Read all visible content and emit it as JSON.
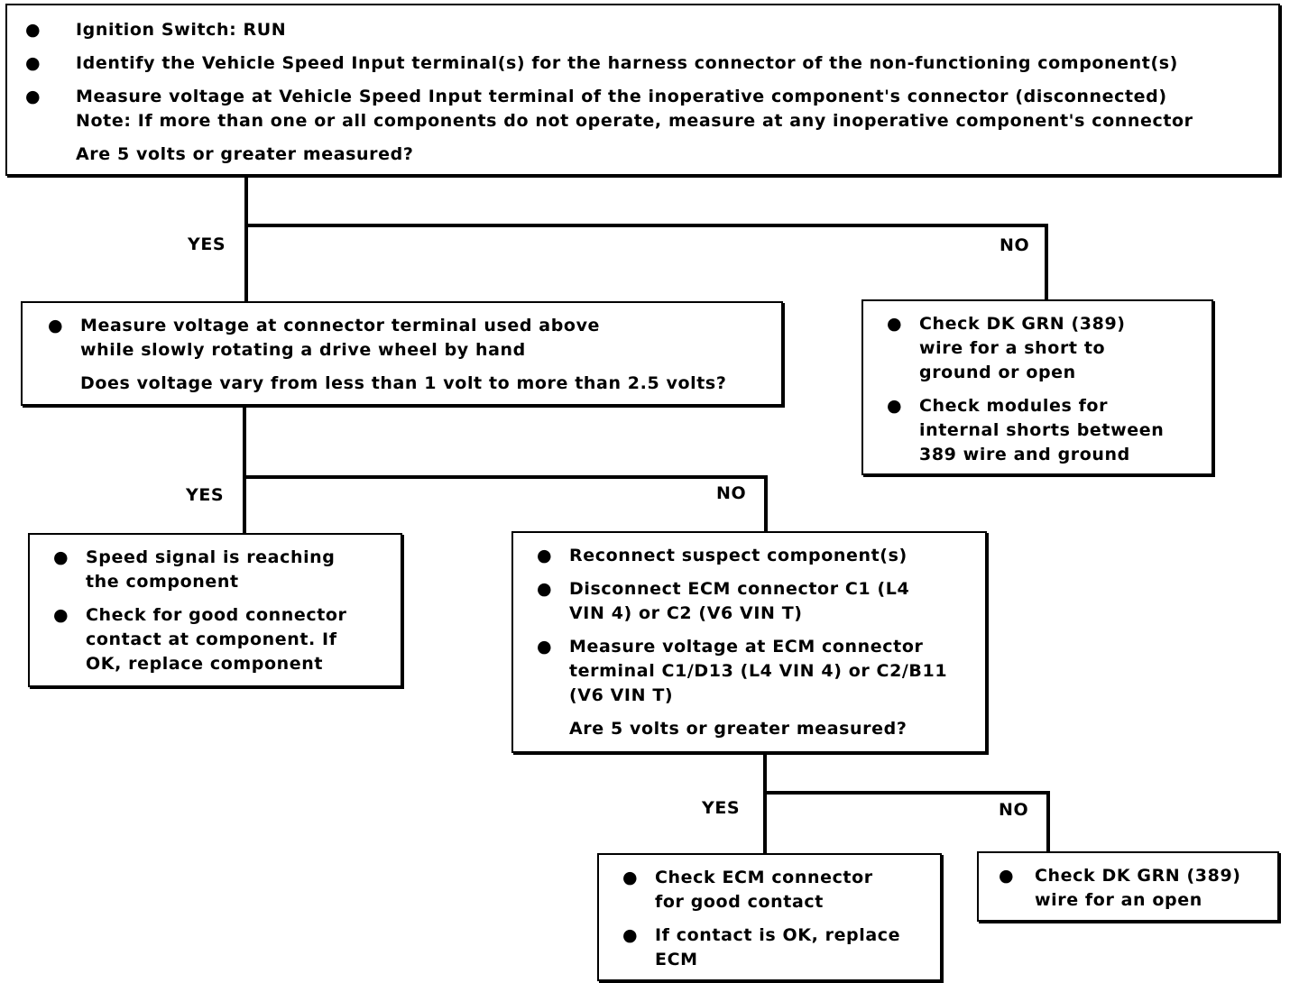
{
  "top_box": {
    "items": [
      {
        "lines": [
          "Ignition Switch: RUN"
        ]
      },
      {
        "lines": [
          "Identify the Vehicle Speed Input terminal(s) for the harness connector of the non-functioning component(s)"
        ]
      },
      {
        "lines": [
          "Measure voltage at Vehicle Speed Input terminal of the inoperative component's connector (disconnected)",
          "Note: If more than one or all components do not operate, measure at any inoperative component's connector"
        ]
      }
    ],
    "question": "Are 5 volts or greater measured?"
  },
  "labels": {
    "yes1": "YES",
    "no1": "NO",
    "yes2": "YES",
    "no2": "NO",
    "yes3": "YES",
    "no3": "NO"
  },
  "box_b": {
    "items": [
      {
        "lines": [
          "Measure voltage at connector terminal used above",
          "while slowly rotating a drive wheel by hand"
        ]
      }
    ],
    "question": "Does voltage vary from less than 1 volt to more than 2.5 volts?"
  },
  "box_c": {
    "items": [
      {
        "lines": [
          "Check DK GRN (389)",
          "wire for a short to",
          "ground or open"
        ]
      },
      {
        "lines": [
          "Check modules for",
          "internal shorts between",
          "389 wire and ground"
        ]
      }
    ]
  },
  "box_d": {
    "items": [
      {
        "lines": [
          "Speed signal is reaching",
          "the component"
        ]
      },
      {
        "lines": [
          "Check for good connector",
          "contact at component. If",
          "OK, replace component"
        ]
      }
    ]
  },
  "box_e": {
    "items": [
      {
        "lines": [
          "Reconnect suspect component(s)"
        ]
      },
      {
        "lines": [
          "Disconnect ECM connector C1 (L4",
          "VIN 4) or C2 (V6 VIN T)"
        ]
      },
      {
        "lines": [
          "Measure voltage at ECM connector",
          "terminal C1/D13 (L4 VIN 4) or C2/B11",
          "(V6 VIN T)"
        ]
      }
    ],
    "question": "Are 5 volts or greater measured?"
  },
  "box_f": {
    "items": [
      {
        "lines": [
          "Check ECM connector",
          "for good contact"
        ]
      },
      {
        "lines": [
          "If contact is OK, replace",
          "ECM"
        ]
      }
    ]
  },
  "box_g": {
    "items": [
      {
        "lines": [
          "Check DK GRN (389)",
          "wire for an open"
        ]
      }
    ]
  },
  "bullet_glyph": "●"
}
